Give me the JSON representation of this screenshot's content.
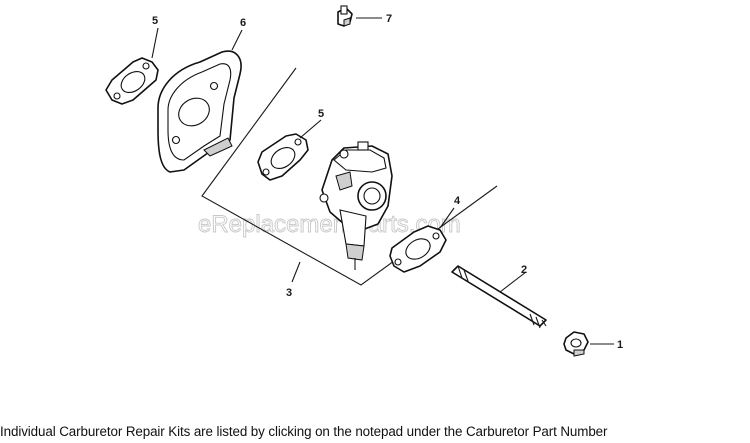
{
  "watermark": "eReplacementParts.com",
  "callouts": {
    "c1": "1",
    "c2": "2",
    "c3": "3",
    "c4": "4",
    "c5a": "5",
    "c5b": "5",
    "c6": "6",
    "c7": "7"
  },
  "footer_note": "Individual Carburetor Repair Kits are listed by clicking on the notepad under the Carburetor Part Number"
}
